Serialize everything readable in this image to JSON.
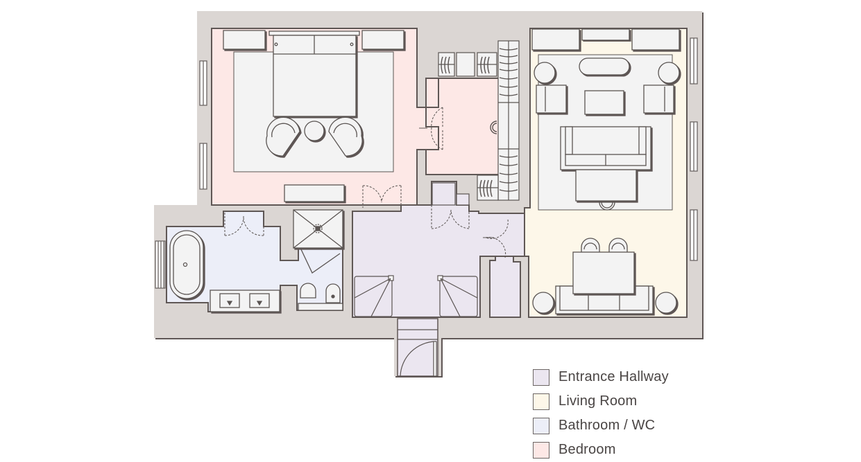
{
  "colors": {
    "wall": "#dbd6d3",
    "wall_edge": "#5f5755",
    "furniture": "#f3f3f3",
    "line": "#5a5452",
    "hallway": "#ebe6f0",
    "living": "#fdf7e9",
    "bathroom": "#eceef8",
    "bedroom": "#fde8e6"
  },
  "legend": {
    "items": [
      {
        "label": "Entrance Hallway",
        "color": "#ebe6f0"
      },
      {
        "label": "Living Room",
        "color": "#fdf7e9"
      },
      {
        "label": "Bathroom / WC",
        "color": "#eceef8"
      },
      {
        "label": "Bedroom",
        "color": "#fde8e6"
      }
    ]
  },
  "rooms": [
    {
      "name": "Bedroom",
      "furniture": [
        "double bed",
        "two nightstands",
        "rug",
        "two armchairs",
        "round side table",
        "bench"
      ]
    },
    {
      "name": "Walk-in Closet",
      "furniture": [
        "hanging rails",
        "dresser",
        "ottoman"
      ]
    },
    {
      "name": "Living Room",
      "furniture": [
        "sofa",
        "two armchairs",
        "coffee table",
        "ottoman",
        "oval table",
        "two side tables",
        "sideboards",
        "dining table",
        "two chairs",
        "banquette"
      ]
    },
    {
      "name": "Bathroom / WC",
      "furniture": [
        "freestanding bathtub",
        "double vanity",
        "shower",
        "toilet",
        "bidet"
      ]
    },
    {
      "name": "Entrance Hallway",
      "furniture": [
        "two wardrobes",
        "cupboard",
        "entrance door"
      ]
    }
  ]
}
